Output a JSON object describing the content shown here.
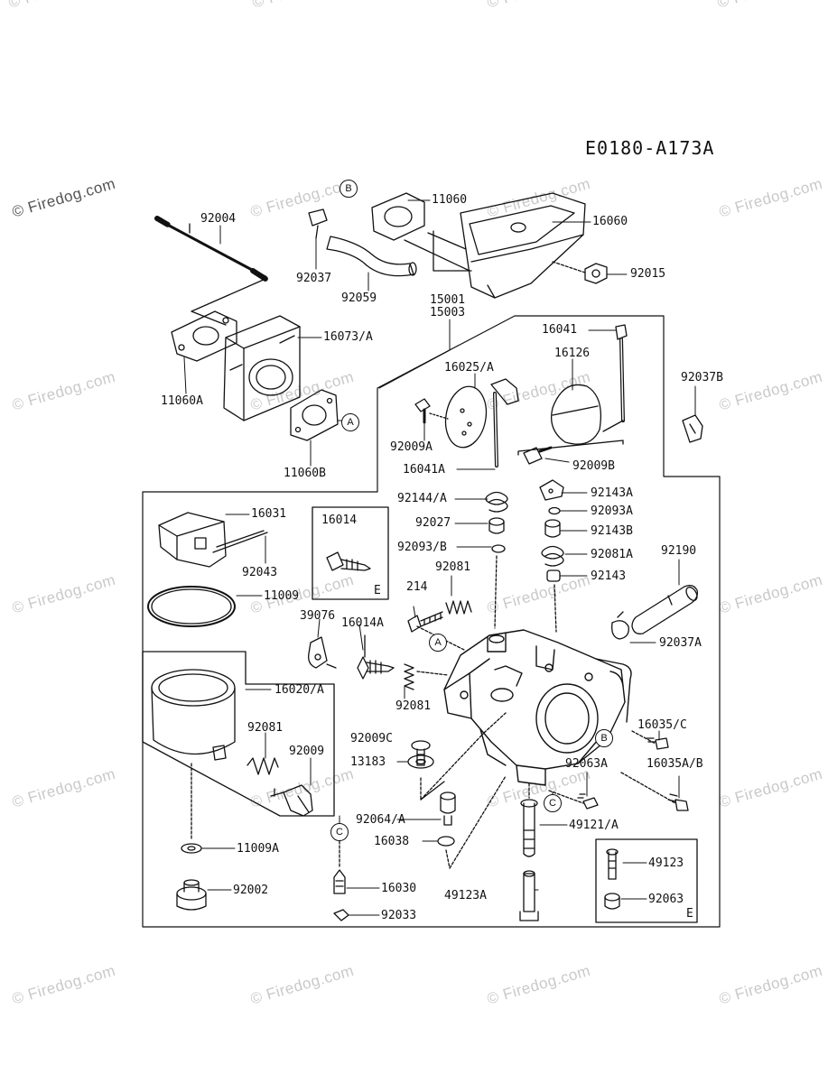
{
  "diagram_code": "E0180-A173A",
  "watermark": "© Firedog.com",
  "parts": {
    "p92004": "92004",
    "p11060": "11060",
    "p16060": "16060",
    "p92037": "92037",
    "p92059": "92059",
    "p92015": "92015",
    "p15001": "15001",
    "p15003": "15003",
    "p16073A": "16073/A",
    "p11060A": "11060A",
    "p11060B": "11060B",
    "p16041": "16041",
    "p16126": "16126",
    "p16025A": "16025/A",
    "p92037B": "92037B",
    "p92009A": "92009A",
    "p16041A": "16041A",
    "p92009B": "92009B",
    "p92144A": "92144/A",
    "p92143A": "92143A",
    "p92027": "92027",
    "p92093A": "92093A",
    "p92143B": "92143B",
    "p92093B": "92093/B",
    "p92081A": "92081A",
    "p92081": "92081",
    "p92190": "92190",
    "p92143": "92143",
    "p16031": "16031",
    "p16014": "16014",
    "p92043": "92043",
    "p11009": "11009",
    "p214": "214",
    "p39076": "39076",
    "p16014A": "16014A",
    "p92037A": "92037A",
    "p16020A": "16020/A",
    "p16035C": "16035/C",
    "p92009C": "92009C",
    "p92009": "92009",
    "p13183": "13183",
    "p92063A": "92063A",
    "p16035AB": "16035A/B",
    "p92064A": "92064/A",
    "p49121A": "49121/A",
    "p16038": "16038",
    "p49123": "49123",
    "p11009A": "11009A",
    "p16030": "16030",
    "p49123A": "49123A",
    "p92063": "92063",
    "p92002": "92002",
    "p92033": "92033"
  },
  "callouts": {
    "A": "A",
    "B": "B",
    "C": "C",
    "E": "E"
  }
}
